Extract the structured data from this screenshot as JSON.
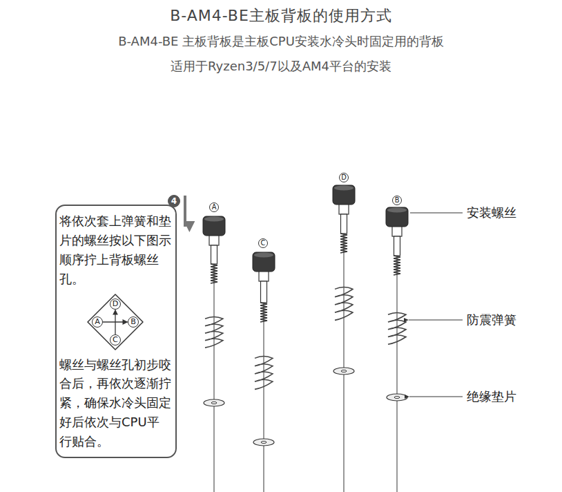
{
  "diagram": {
    "title": "B-AM4-BE主板背板的使用方式",
    "nodes": [
      {
        "text": [
          "将依次套上弹簧和垫片的螺丝按以下图示顺序拧上背板螺丝孔。",
          "螺丝与螺丝孔初步咬合后，再依次逐渐拧紧，确保水冷头固定好后依次与CPU平行贴合。"
        ]
      },
      {
        "text": [
          "4"
        ]
      },
      {
        "text": [
          "D"
        ],
        "in": 0
      },
      {
        "text": [
          "A"
        ],
        "in": 0
      },
      {
        "text": [
          "B"
        ],
        "in": 0
      },
      {
        "text": [
          "C"
        ],
        "in": 0
      },
      {
        "text": [
          "A"
        ]
      },
      {
        "text": [
          "C"
        ]
      },
      {
        "text": [
          "D"
        ]
      },
      {
        "text": [
          "B"
        ]
      }
    ],
    "edges": [
      {
        "from": 3,
        "to": 4,
        "arrow": "to"
      },
      {
        "from": 5,
        "to": 2,
        "arrow": "to"
      }
    ],
    "labels": [
      "B-AM4-BE 主板背板是主板CPU安装水冷头时固定用的背板",
      "适用于Ryzen3/5/7以及AM4平台的安装",
      "安装螺丝",
      "防震弹簧",
      "绝缘垫片"
    ]
  }
}
